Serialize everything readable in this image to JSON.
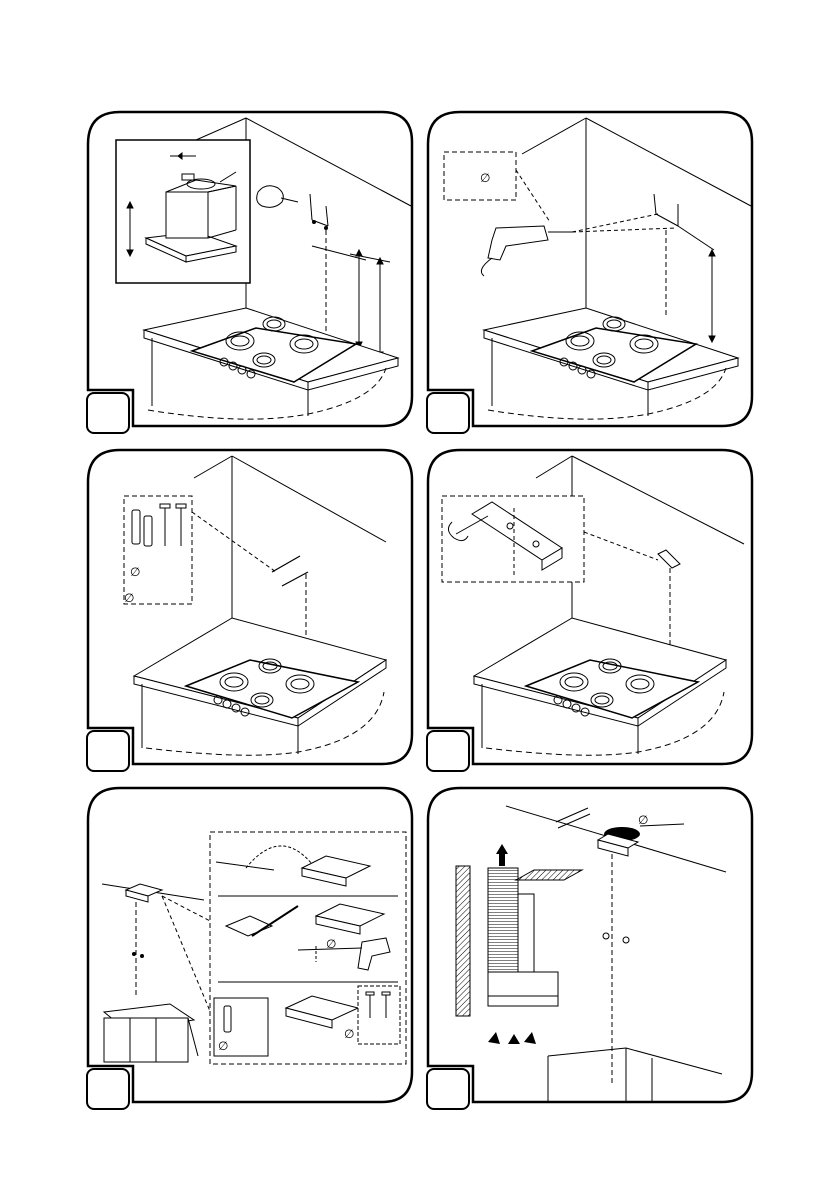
{
  "document": {
    "panels": [
      {
        "id": "panel-1",
        "content": "hob-under-wall-with-hood-inset-and-height-markers",
        "diameter_marks": []
      },
      {
        "id": "panel-2",
        "content": "drilling-wall-holes",
        "diameter_marks": [
          "∅"
        ]
      },
      {
        "id": "panel-3",
        "content": "inserting-wall-plugs-and-screws",
        "diameter_marks": [
          "∅",
          "∅"
        ]
      },
      {
        "id": "panel-4",
        "content": "fixing-wall-bracket",
        "diameter_marks": []
      },
      {
        "id": "panel-5",
        "content": "ceiling-bracket-fixing-sequence",
        "diameter_marks": [
          "∅",
          "∅",
          "∅"
        ]
      },
      {
        "id": "panel-6",
        "content": "chimney-bracket-and-airflow",
        "diameter_marks": [
          "∅"
        ]
      }
    ],
    "icons": [
      "hand-icon",
      "drill-icon",
      "screwdriver-icon",
      "wall-plug-icon",
      "screw-icon",
      "bracket-icon",
      "airflow-arrow-icon"
    ]
  }
}
